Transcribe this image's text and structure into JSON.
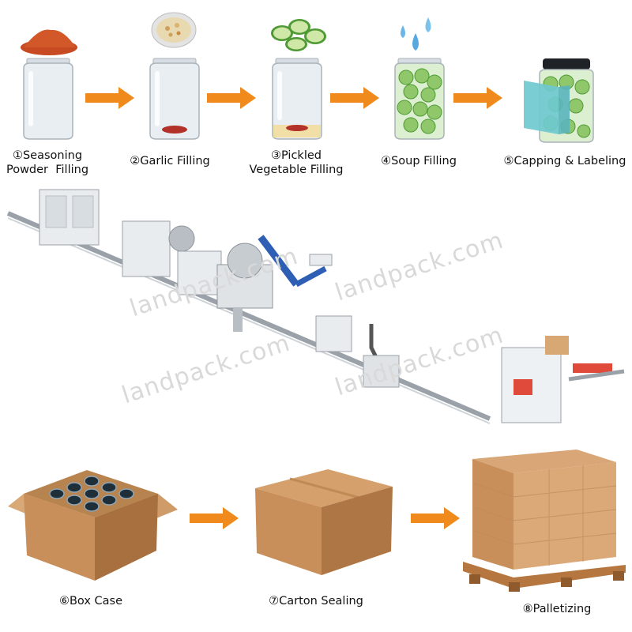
{
  "process": {
    "steps": [
      {
        "num": "①",
        "label_lines": [
          "Seasoning",
          "Powder  Filling"
        ]
      },
      {
        "num": "②",
        "label_lines": [
          "Garlic Filling"
        ]
      },
      {
        "num": "③",
        "label_lines": [
          "Pickled",
          "Vegetable Filling"
        ]
      },
      {
        "num": "④",
        "label_lines": [
          "Soup Filling"
        ]
      },
      {
        "num": "⑤",
        "label_lines": [
          "Capping & Labeling"
        ]
      }
    ],
    "pack_steps": [
      {
        "num": "⑥",
        "label": "Box Case"
      },
      {
        "num": "⑦",
        "label": "Carton Sealing"
      },
      {
        "num": "⑧",
        "label": "Palletizing"
      }
    ]
  },
  "watermark": "landpack.com",
  "colors": {
    "arrow": "#f08a1c",
    "cardboard": "#c98f5a",
    "cardboard_dark": "#a8703f",
    "jar_glass": "#e8eef2",
    "pickle_green": "#8fc76a",
    "label_teal": "#6fc9cf",
    "machine_grey": "#b9bec4",
    "conveyor_blue": "#2f5fb5"
  },
  "icons": [
    "jar-icon",
    "seasoning-pile-icon",
    "garlic-bowl-icon",
    "cucumber-slices-icon",
    "water-drops-icon",
    "capped-jar-icon",
    "open-box-icon",
    "sealed-carton-icon",
    "pallet-stack-icon"
  ]
}
